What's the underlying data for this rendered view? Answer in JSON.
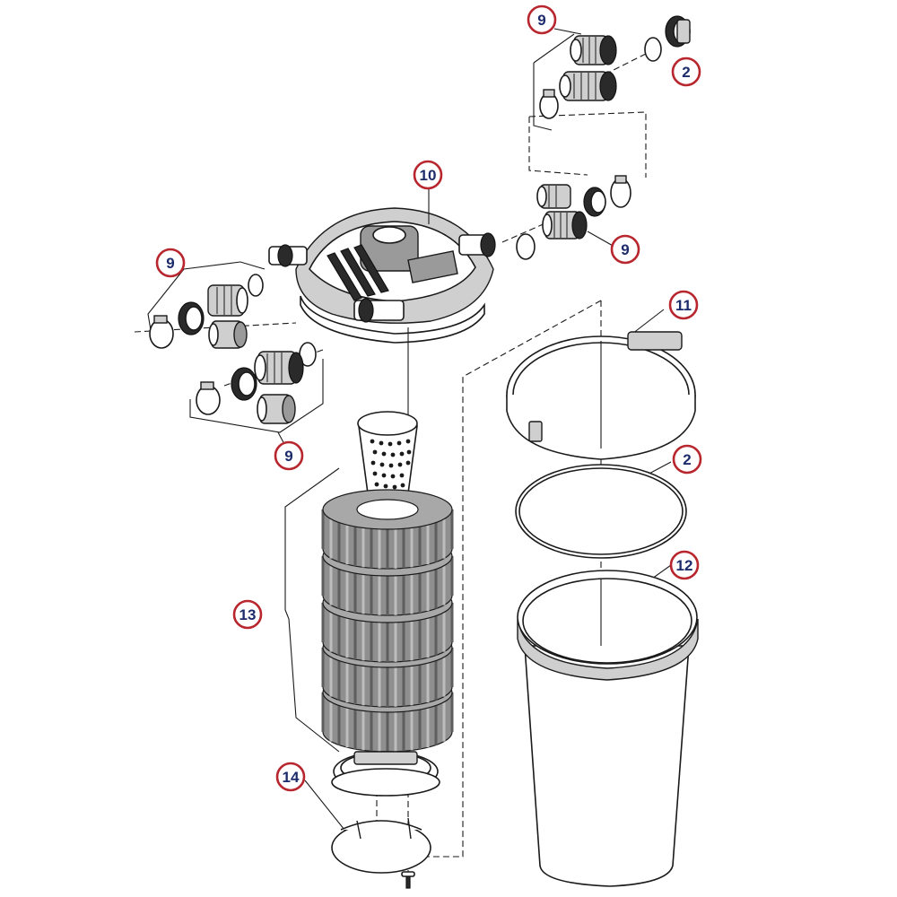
{
  "colors": {
    "callout_ring": "#b8262e",
    "callout_text": "#1c2b6b",
    "outline": "#1a1a1a",
    "sponge_grey": "#8f8f8f"
  },
  "callouts": [
    {
      "id": "callout-9-top",
      "label": "9"
    },
    {
      "id": "callout-2-top",
      "label": "2"
    },
    {
      "id": "callout-10",
      "label": "10"
    },
    {
      "id": "callout-9-left-top",
      "label": "9"
    },
    {
      "id": "callout-9-right",
      "label": "9"
    },
    {
      "id": "callout-11",
      "label": "11"
    },
    {
      "id": "callout-9-left-bottom",
      "label": "9"
    },
    {
      "id": "callout-2-mid",
      "label": "2"
    },
    {
      "id": "callout-12",
      "label": "12"
    },
    {
      "id": "callout-13",
      "label": "13"
    },
    {
      "id": "callout-14",
      "label": "14"
    }
  ]
}
